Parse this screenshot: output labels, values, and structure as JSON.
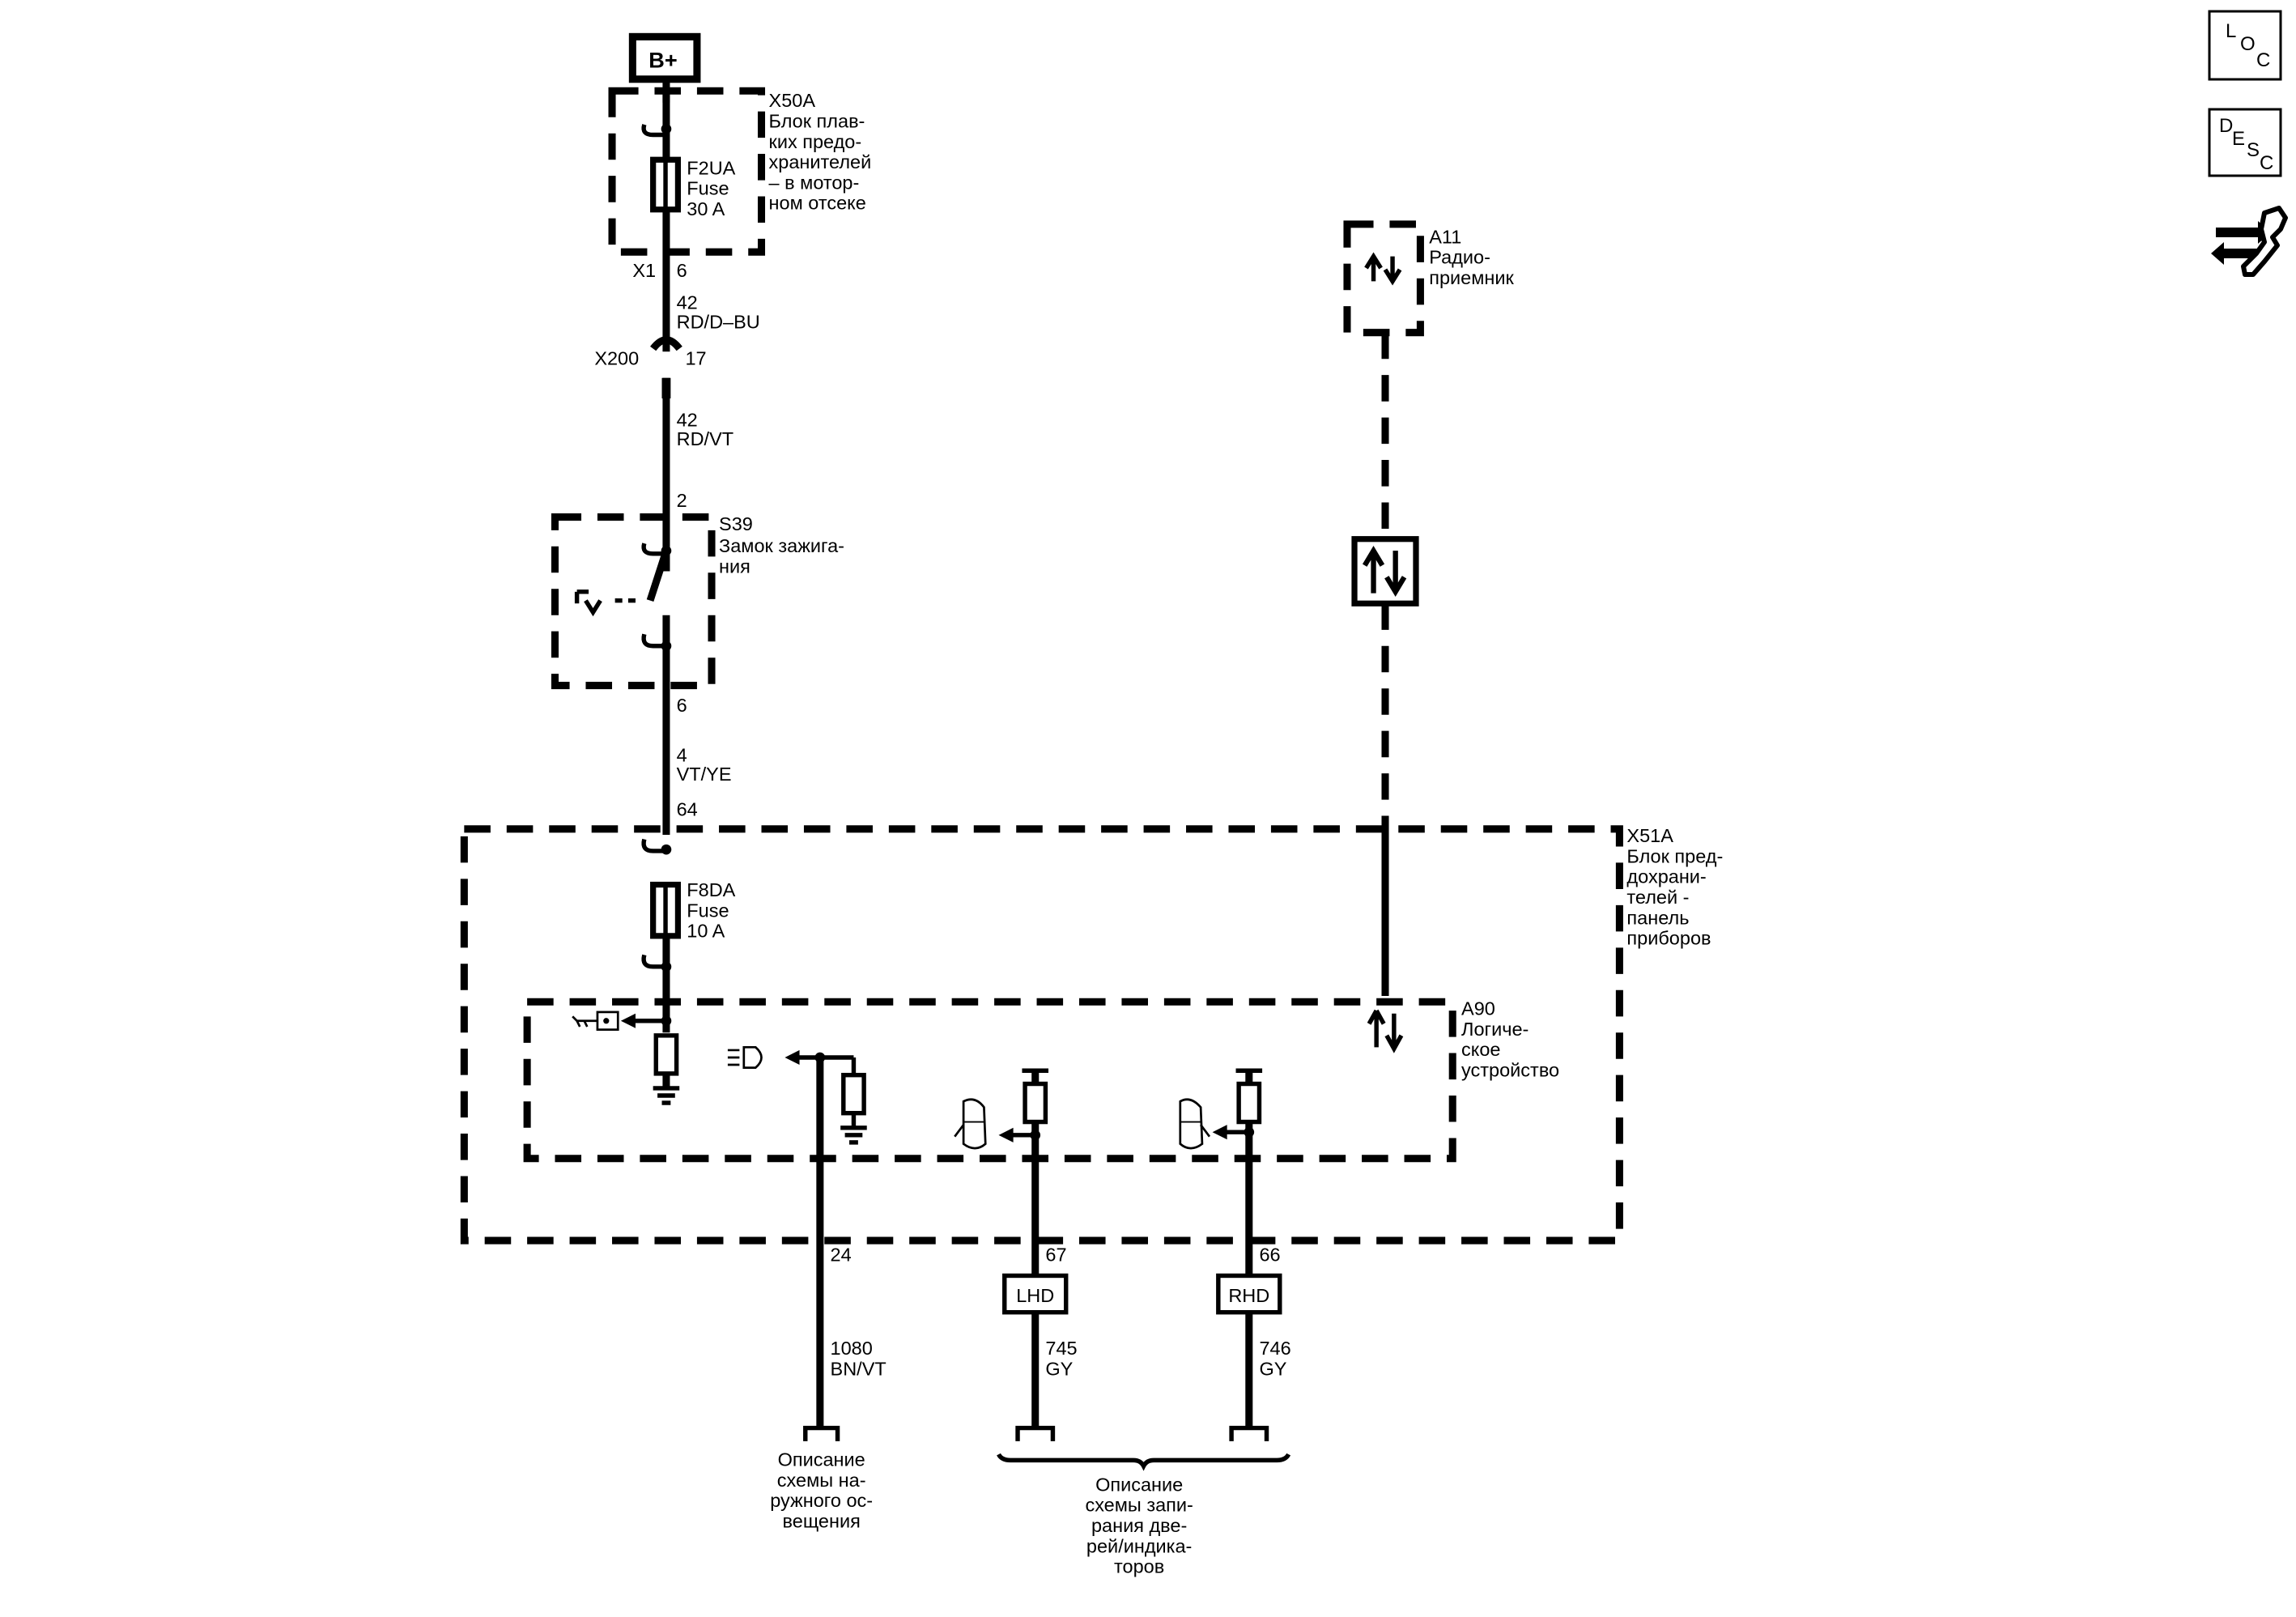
{
  "power": {
    "label": "B+"
  },
  "x50a": {
    "name": "X50A",
    "desc": [
      "Блок плав-",
      "ких предо-",
      "хранителей",
      "– в мотор-",
      "ном отсеке"
    ],
    "fuse": [
      "F2UA",
      "Fuse",
      "30 A"
    ]
  },
  "wires": {
    "w1": {
      "conn": "X1",
      "pin": "6",
      "circuit": "42",
      "color": "RD/D–BU"
    },
    "x200": {
      "conn": "X200",
      "pin": "17"
    },
    "w2": {
      "circuit": "42",
      "color": "RD/VT"
    },
    "s39_in": {
      "pin": "2"
    },
    "s39_out": {
      "pin": "6"
    },
    "w3": {
      "circuit": "4",
      "color": "VT/YE"
    },
    "x51a_in": {
      "pin": "64"
    },
    "out24": {
      "pin": "24",
      "circuit": "1080",
      "color": "BN/VT"
    },
    "out67": {
      "pin": "67",
      "circuit": "745",
      "color": "GY",
      "tag": "LHD"
    },
    "out66": {
      "pin": "66",
      "circuit": "746",
      "color": "GY",
      "tag": "RHD"
    }
  },
  "s39": {
    "name": "S39",
    "desc": [
      "Замок зажига-",
      "ния"
    ]
  },
  "a11": {
    "name": "A11",
    "desc": [
      "Радио-",
      "приемник"
    ]
  },
  "x51a": {
    "name": "X51A",
    "desc": [
      "Блок пред-",
      "дохрани-",
      "телей -",
      "панель",
      "приборов"
    ],
    "fuse": [
      "F8DA",
      "Fuse",
      "10 A"
    ]
  },
  "a90": {
    "name": "A90",
    "desc": [
      "Логиче-",
      "ское",
      "устройство"
    ]
  },
  "refs": {
    "exterior": [
      "Описание",
      "схемы на-",
      "ружного ос-",
      "вещения"
    ],
    "door": [
      "Описание",
      "схемы запи-",
      "рания две-",
      "рей/индика-",
      "торов"
    ]
  },
  "side_icons": [
    {
      "name": "loc",
      "letters": [
        "L",
        "O",
        "C"
      ]
    },
    {
      "name": "desc",
      "letters": [
        "D",
        "E",
        "S",
        "C"
      ]
    },
    {
      "name": "connector-views",
      "icon": "connector-wrench-icon"
    }
  ]
}
